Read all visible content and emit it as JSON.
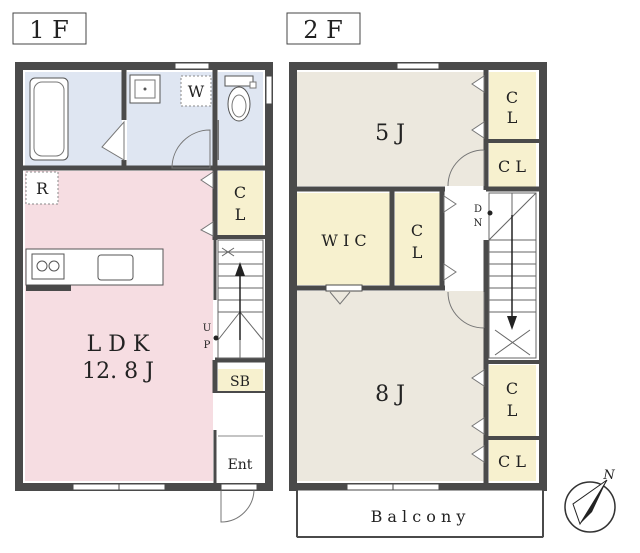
{
  "floors": {
    "first": {
      "label": "1 F"
    },
    "second": {
      "label": "2 F"
    }
  },
  "rooms": {
    "bath_w": "W",
    "refrigerator": "R",
    "ldk_name": "L D K",
    "ldk_size": "12. 8 J",
    "cl_1f": "C\nL",
    "shoebox": "SB",
    "entrance": "Ent",
    "up_label": "U\nP",
    "room_5j": "5 J",
    "cl_2f_top": "C\nL",
    "cl_2f_top2": "C L",
    "wic": "W I C",
    "cl_2f_mid": "C\nL",
    "dn_label": "D\nN",
    "room_8j": "8 J",
    "cl_2f_bot": "C\nL",
    "cl_2f_bot2": "C L",
    "balcony": "B a l c o n y"
  },
  "compass": {
    "label": "N"
  },
  "colors": {
    "wall": "#4a4a4a",
    "ldk": "#f6dde2",
    "wet": "#dfe6f2",
    "closet": "#f7f1cf",
    "bedroom": "#ece8de",
    "hall": "#ffffff"
  }
}
